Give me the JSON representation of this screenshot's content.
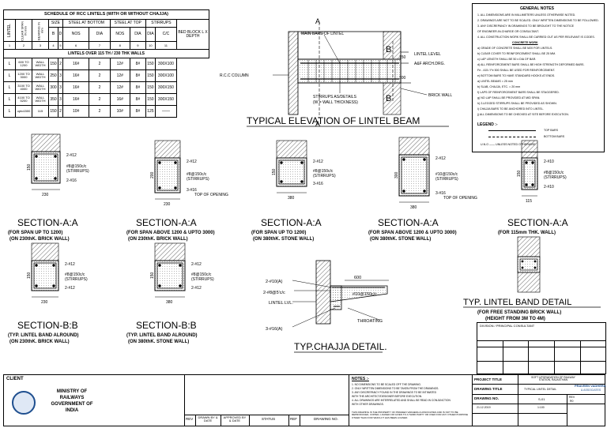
{
  "schedule": {
    "title": "SCHEDULE OF RCC LINTELS  (WITH OR WITHOUT CHAJJA)",
    "headers": {
      "lintel": "LINTEL",
      "clear_span": "CLEAR SPAN IN mm",
      "bearing": "BEARING IN mm",
      "size": "SIZE",
      "steel_bottom": "STEEL AT BOTTOM",
      "steel_top": "STEEL AT TOP",
      "stirrups": "STIRRUPS",
      "bed_block": "BED BLOCK L X DEPTH",
      "b": "B",
      "d": "D",
      "nos": "NOS",
      "dia": "DIA",
      "cc": "C/C",
      "mm": "mm"
    },
    "col_numbers": [
      "1",
      "2",
      "3",
      "4",
      "5",
      "6",
      "7",
      "8",
      "9",
      "10",
      "11",
      "12"
    ],
    "subtitle": "LINTELS OVER 115 TH / 230 THK WALLS",
    "rows": [
      {
        "type": "L",
        "span": "600 TO 1200",
        "bearing": "WALL WIDTH",
        "b": "150",
        "d": "2",
        "nos": "16#",
        "nos2": "2",
        "dia2": "12#",
        "stir": "8#",
        "cc": "150",
        "bed": "300X100"
      },
      {
        "type": "L",
        "span": "1200 TO 3000",
        "bearing": "WALL WIDTH",
        "b": "250",
        "d": "3",
        "nos": "16#",
        "nos2": "2",
        "dia2": "12#",
        "stir": "8#",
        "cc": "150",
        "bed": "300X100"
      },
      {
        "type": "L",
        "span": "3100 TO 4000",
        "bearing": "WALL WIDTH",
        "b": "300",
        "d": "3",
        "nos": "16#",
        "nos2": "2",
        "dia2": "12#",
        "stir": "8#",
        "cc": "150",
        "bed": "300X150"
      },
      {
        "type": "L",
        "span": "4100 TO 5200",
        "bearing": "WALL WIDTH",
        "b": "350",
        "d": "3",
        "nos": "16#",
        "nos2": "2",
        "dia2": "16#",
        "stir": "8#",
        "cc": "150",
        "bed": "300X150"
      },
      {
        "type": "L",
        "span": "upto1500",
        "bearing": "115",
        "b": "150",
        "d": "2",
        "nos": "10#",
        "nos2": "2",
        "dia2": "10#",
        "stir": "8#",
        "cc": "125",
        "bed": "——"
      }
    ]
  },
  "elevation": {
    "title": "TYPICAL ELEVATION OF LINTEL BEAM",
    "labels": {
      "main_bars": "MAIN BARS OF LINTEL",
      "rcc_column": "R.C.C COLUMN",
      "stirrups": "STIRRUPS AS/DETAILS",
      "stirrups2": "(W = WALL THICKNESS)",
      "lintel_level": "LINTEL LEVEL",
      "arch": "A&F ARCH.DRG.",
      "brick_wall": "BRICK WALL",
      "a": "A",
      "b": "B",
      "dim_300": "300",
      "dim_150": "150"
    }
  },
  "notes": {
    "title": "GENERAL NOTES",
    "lines": [
      "1. ALL DIMENSIONS ARE IN MILLIMETERS UNLESS OTHERWISE NOTED.",
      "2. DRAWINGS ARE NOT TO BE SCALED. ONLY WRITTEN DIMENSIONS TO BE FOLLOWED.",
      "3. ANY DISCREPANCY IN DRAWINGS TO BE BROUGHT TO THE NOTICE",
      "   OF ENGINEER-IN-CHARGE OR CONSULTANT.",
      "4. ALL CONSTRUCTION WORK SHALL BE CARRIED OUT AS PER RELEVANT IS CODES.",
      "CONCRETE WORK",
      "a) GRADE OF CONCRETE SHALL BE M20 FOR LINTELS.",
      "b) CLEAR COVER TO REINFORCEMENT SHALL BE 25 MM.",
      "c) LAP LENGTH SHALL BE 50 x DIA OF BAR.",
      "d) ALL REINFORCEMENT BARS SHALL BE HIGH STRENGTH DEFORMED BARS.",
      "   Fe - 415 / Fe 500 SHALL BE USED FOR REINFORCEMENT.",
      "e) BOTTOM BARS TO HAVE STANDARD HOOKS AT ENDS.",
      "   a)  LINTEL BEAMS          = 25 mm",
      "   b)  SLAB, CHAJJA, ETC.    = 20 mm",
      "f) LAPS OF REINFORCEMENT BARS SHALL BE STAGGERED.",
      "g) NO LAP SHALL BE PROVIDED AT MID SPAN.",
      "h) 2-LEGGED STIRRUPS SHALL BE PROVIDED AS SHOWN.",
      "i) CHAJJA BARS TO BE ANCHORED INTO LINTEL.",
      "j) ALL DIMENSIONS TO BE CHECKED AT SITE BEFORE EXECUTION."
    ],
    "legend_title": "LEGEND :-",
    "legend": [
      "TOP BARS",
      "BOTTOM BARS",
      "U.N.O  ——  UNLESS NOTED OTHERWISE"
    ]
  },
  "sections": [
    {
      "title": "SECTION-A:A",
      "sub1": "(FOR SPAN UP TO 1200)",
      "sub2": "(ON 230thK. BRICK WALL)",
      "b": "230",
      "d": "150",
      "top": "2-#12",
      "stir": "#8@150c/c",
      "stir2": "(STIRRUPS)",
      "bot": "2-#16",
      "opening": ""
    },
    {
      "title": "SECTION-A:A",
      "sub1": "(FOR SPAN ABOVE 1200 & UPTO 3000)",
      "sub2": "(ON 230thK. BRICK WALL)",
      "b": "230",
      "d": "200",
      "top": "2-#12",
      "stir": "#8@150c/c",
      "stir2": "(STIRRUPS)",
      "bot": "3-#16",
      "opening": "TOP OF OPENING"
    },
    {
      "title": "SECTION-A:A",
      "sub1": "(FOR SPAN UP TO 1200)",
      "sub2": "(ON 380thK. STONE WALL)",
      "b": "380",
      "d": "150",
      "top": "2-#12",
      "stir": "#8@150c/c",
      "stir2": "(STIRRUPS)",
      "bot": "3-#16",
      "opening": ""
    },
    {
      "title": "SECTION-A:A",
      "sub1": "(FOR SPAN ABOVE 1200 & UPTO 3000)",
      "sub2": "(ON 380thK. STONE WALL)",
      "b": "380",
      "d": "300",
      "top": "2-#12",
      "stir": "#10@150c/c",
      "stir2": "(STIRRUPS)",
      "bot": "3-#16",
      "opening": "TOP OF OPENING"
    },
    {
      "title": "SECTION-A:A",
      "sub1": "(FOR 115mm THK. WALL)",
      "sub2": "",
      "b": "115",
      "d": "150",
      "top": "2-#10",
      "stir": "#8@150c/c",
      "stir2": "(STIRRUPS)",
      "bot": "2-#10",
      "opening": ""
    },
    {
      "title": "SECTION-B:B",
      "sub1": "(TYP. LINTEL BAND ALROUND)",
      "sub2": "(ON 230thK. BRICK WALL)",
      "b": "230",
      "d": "150",
      "top": "2-#12",
      "stir": "#8@150c/c",
      "stir2": "(STIRRUPS)",
      "bot": "2-#12",
      "opening": ""
    },
    {
      "title": "SECTION-B:B",
      "sub1": "(TYP. LINTEL BAND ALROUND)",
      "sub2": "(ON 380thK. STONE WALL)",
      "b": "380",
      "d": "150",
      "top": "2-#12",
      "stir": "#8@150c/c",
      "stir2": "(STIRRUPS)",
      "bot": "2-#12",
      "opening": ""
    }
  ],
  "chajja": {
    "title": "TYP.CHAJJA DETAIL.",
    "labels": {
      "top": "2-#10(A)",
      "dist": "2-#8@5'c/c",
      "main": "#10@150c/c",
      "dim": "600",
      "lintel": "LINTEL LVL.",
      "bot": "3-#16(A)",
      "throat": "THROATING"
    }
  },
  "band": {
    "title": "TYP. LINTEL BAND DETAIL",
    "sub1": "(FOR FREE STANDING BRICK WALL)",
    "sub2": "(HEIGHT FROM 3M TO 4M)"
  },
  "title_block": {
    "client_label": "CLIENT",
    "client_name": [
      "MINISTRY OF",
      "RAILWAYS",
      "GOVERNMENT OF",
      "INDIA"
    ],
    "division": "DIVISION / PRINCIPAL CONSULTANT",
    "notes_title": "NOTES :-",
    "notes": [
      "1. NO DIMENSIONS TO BE SCALED OFF THE DRAWING.",
      "2. ONLY WRITTEN DIMENSIONS TO BE TAKEN FROM THE DRAWINGS.",
      "3. ANY DISCREPANCY FOUND IN THE DRAWINGS TO BE INTIMATED",
      "   WITH THE ARCHITECT/DESIGNER BEFORE EXECUTION.",
      "4. ALL DRAWINGS ARE INTERRELATED AND SHALL BE READ IN CONJUNCTION",
      "   WITH OTHER DRAWINGS."
    ],
    "property_note": "THIS DRAWING IS THE PROPERTY OF PRAVEEN VADHERA & ASSOCIATES AND IS NOT TO BE REPRODUCED, COPIED, LOANED OR GIVEN TO A THIRD PARTY OR USED FOR ANY OTHER PURPOSE OTHER THAN FOR WHICH IT HAS BEEN LOANED.",
    "rev_cols": [
      "REV",
      "DRAWN BY & DATE",
      "APPROVED BY & DATE",
      "STATUS",
      "REF",
      "DRAWING NO."
    ],
    "project_title_label": "PROJECT TITLE",
    "project_title": "SOFT UPGRADATION OF RAILWAY STATION, RAJASTHAN",
    "drawing_title_label": "DRAWING TITLE",
    "drawing_title": "TYPICAL LINTEL DETAIL",
    "drawing_no_label": "DRAWING NO.",
    "drawing_no": "S-01",
    "rev_label": "REV",
    "rev_no": "R0",
    "date": "21.12.2019",
    "scale": "1:100",
    "firm": [
      "PRAVEEN VADHERA",
      "& ASSOCIATES"
    ]
  }
}
